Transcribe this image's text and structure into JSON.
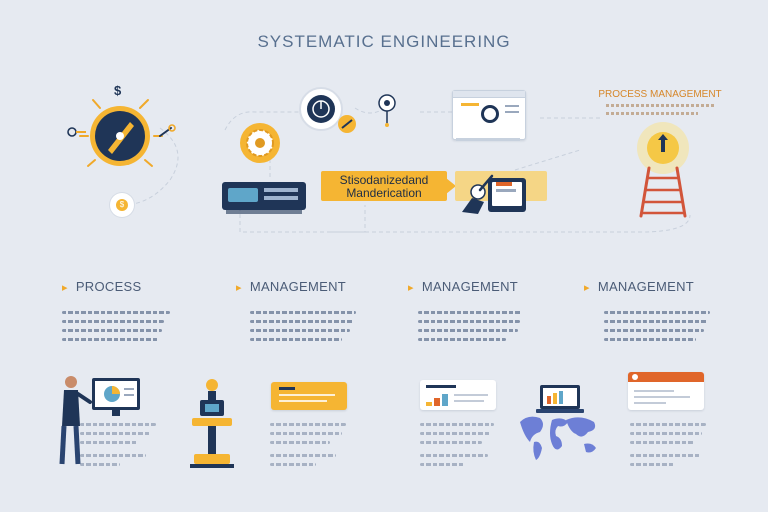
{
  "title": "SYSTEMATIC ENGINEERING",
  "callout": {
    "line1": "Stisodanizedand",
    "line2": "Manderication"
  },
  "top_right_label": "PROCESS MANAGEMENT",
  "columns": [
    {
      "label": "PROCESS"
    },
    {
      "label": "MANAGEMENT"
    },
    {
      "label": "MANAGEMENT"
    },
    {
      "label": "MANAGEMENT"
    }
  ],
  "icons": {
    "dollar_marker": "$",
    "coin_symbol": "$"
  },
  "colors": {
    "background": "#e6eaf1",
    "accent_yellow": "#f5b533",
    "navy": "#1f3557",
    "orange": "#e0662a",
    "title": "#58708f"
  }
}
